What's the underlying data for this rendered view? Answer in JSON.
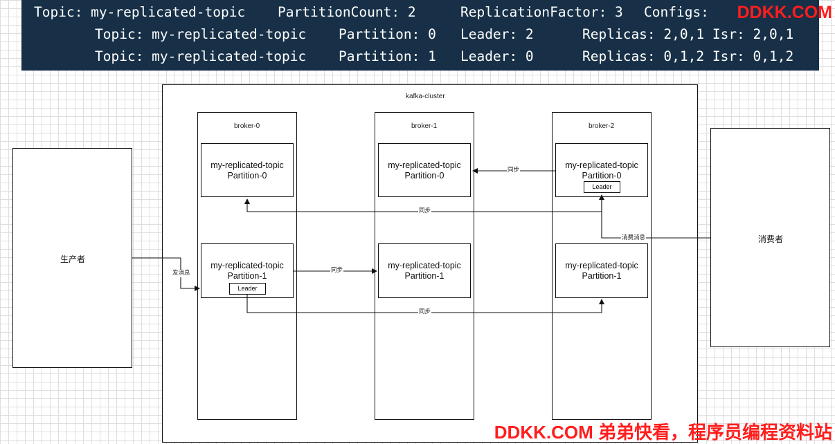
{
  "terminal": {
    "lines": [
      {
        "topic": "Topic: my-replicated-topic",
        "c2": "PartitionCount: 2",
        "c3": "ReplicationFactor: 3",
        "c4": "Configs:"
      },
      {
        "topic": "Topic: my-replicated-topic",
        "c2": "Partition: 0",
        "c3": "Leader: 2",
        "c4": "Replicas: 2,0,1 Isr: 2,0,1"
      },
      {
        "topic": "Topic: my-replicated-topic",
        "c2": "Partition: 1",
        "c3": "Leader: 0",
        "c4": "Replicas: 0,1,2 Isr: 0,1,2"
      }
    ]
  },
  "watermark": {
    "top": "DDKK.COM",
    "bottom": "DDKK.COM 弟弟快看，程序员编程资料站",
    "color": "#ff1d1d"
  },
  "diagram": {
    "cluster_label": "kafka-cluster",
    "producer_label": "生产者",
    "consumer_label": "消费者",
    "brokers": [
      {
        "label": "broker-0",
        "partitions": [
          {
            "topic": "my-replicated-topic",
            "partition": "Partition-0"
          },
          {
            "topic": "my-replicated-topic",
            "partition": "Partition-1",
            "leader": "Leader"
          }
        ]
      },
      {
        "label": "broker-1",
        "partitions": [
          {
            "topic": "my-replicated-topic",
            "partition": "Partition-0"
          },
          {
            "topic": "my-replicated-topic",
            "partition": "Partition-1"
          }
        ]
      },
      {
        "label": "broker-2",
        "partitions": [
          {
            "topic": "my-replicated-topic",
            "partition": "Partition-0",
            "leader": "Leader"
          },
          {
            "topic": "my-replicated-topic",
            "partition": "Partition-1"
          }
        ]
      }
    ],
    "edges": {
      "send": "发消息",
      "consume": "消费消息",
      "sync": "同步"
    }
  }
}
